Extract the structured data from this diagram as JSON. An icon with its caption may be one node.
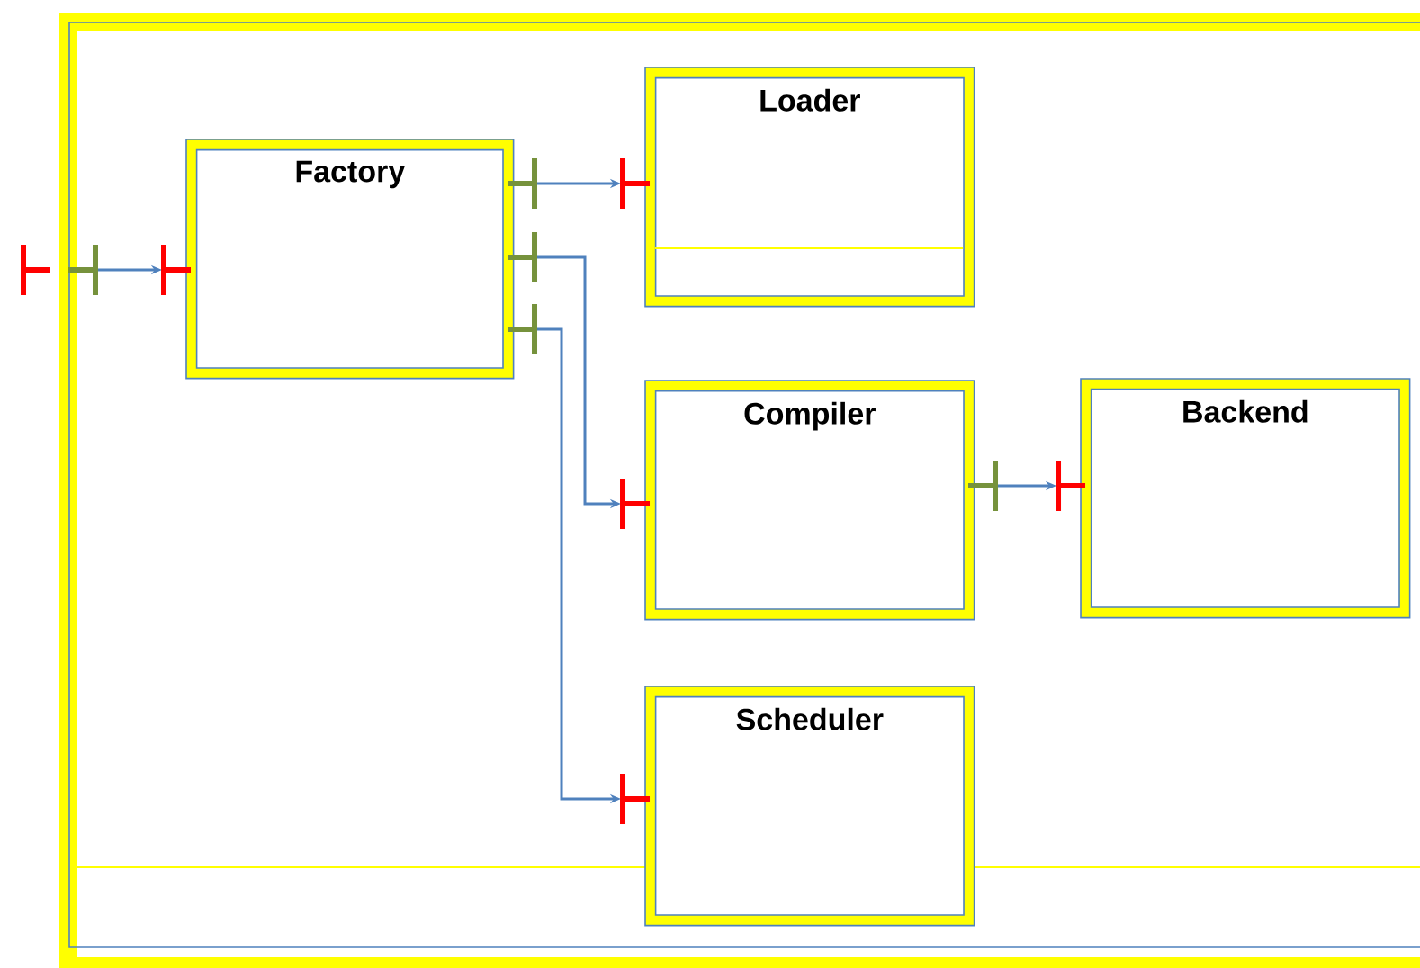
{
  "diagram": {
    "nodes": [
      {
        "text": [],
        "shape": "box"
      },
      {
        "text": [
          "Factory"
        ],
        "in": 0
      },
      {
        "text": [
          "Loader"
        ],
        "in": 0
      },
      {
        "text": [
          "Compiler"
        ],
        "in": 0
      },
      {
        "text": [
          "Backend"
        ],
        "in": 0
      },
      {
        "text": [
          "Scheduler"
        ],
        "in": 0
      }
    ],
    "edges": [
      {
        "from": 0,
        "to": 1,
        "arrow": "to"
      },
      {
        "from": 1,
        "to": 2,
        "arrow": "to"
      },
      {
        "from": 1,
        "to": 3,
        "arrow": "to"
      },
      {
        "from": 1,
        "to": 5,
        "arrow": "to"
      },
      {
        "from": 3,
        "to": 4,
        "arrow": "to"
      }
    ]
  }
}
